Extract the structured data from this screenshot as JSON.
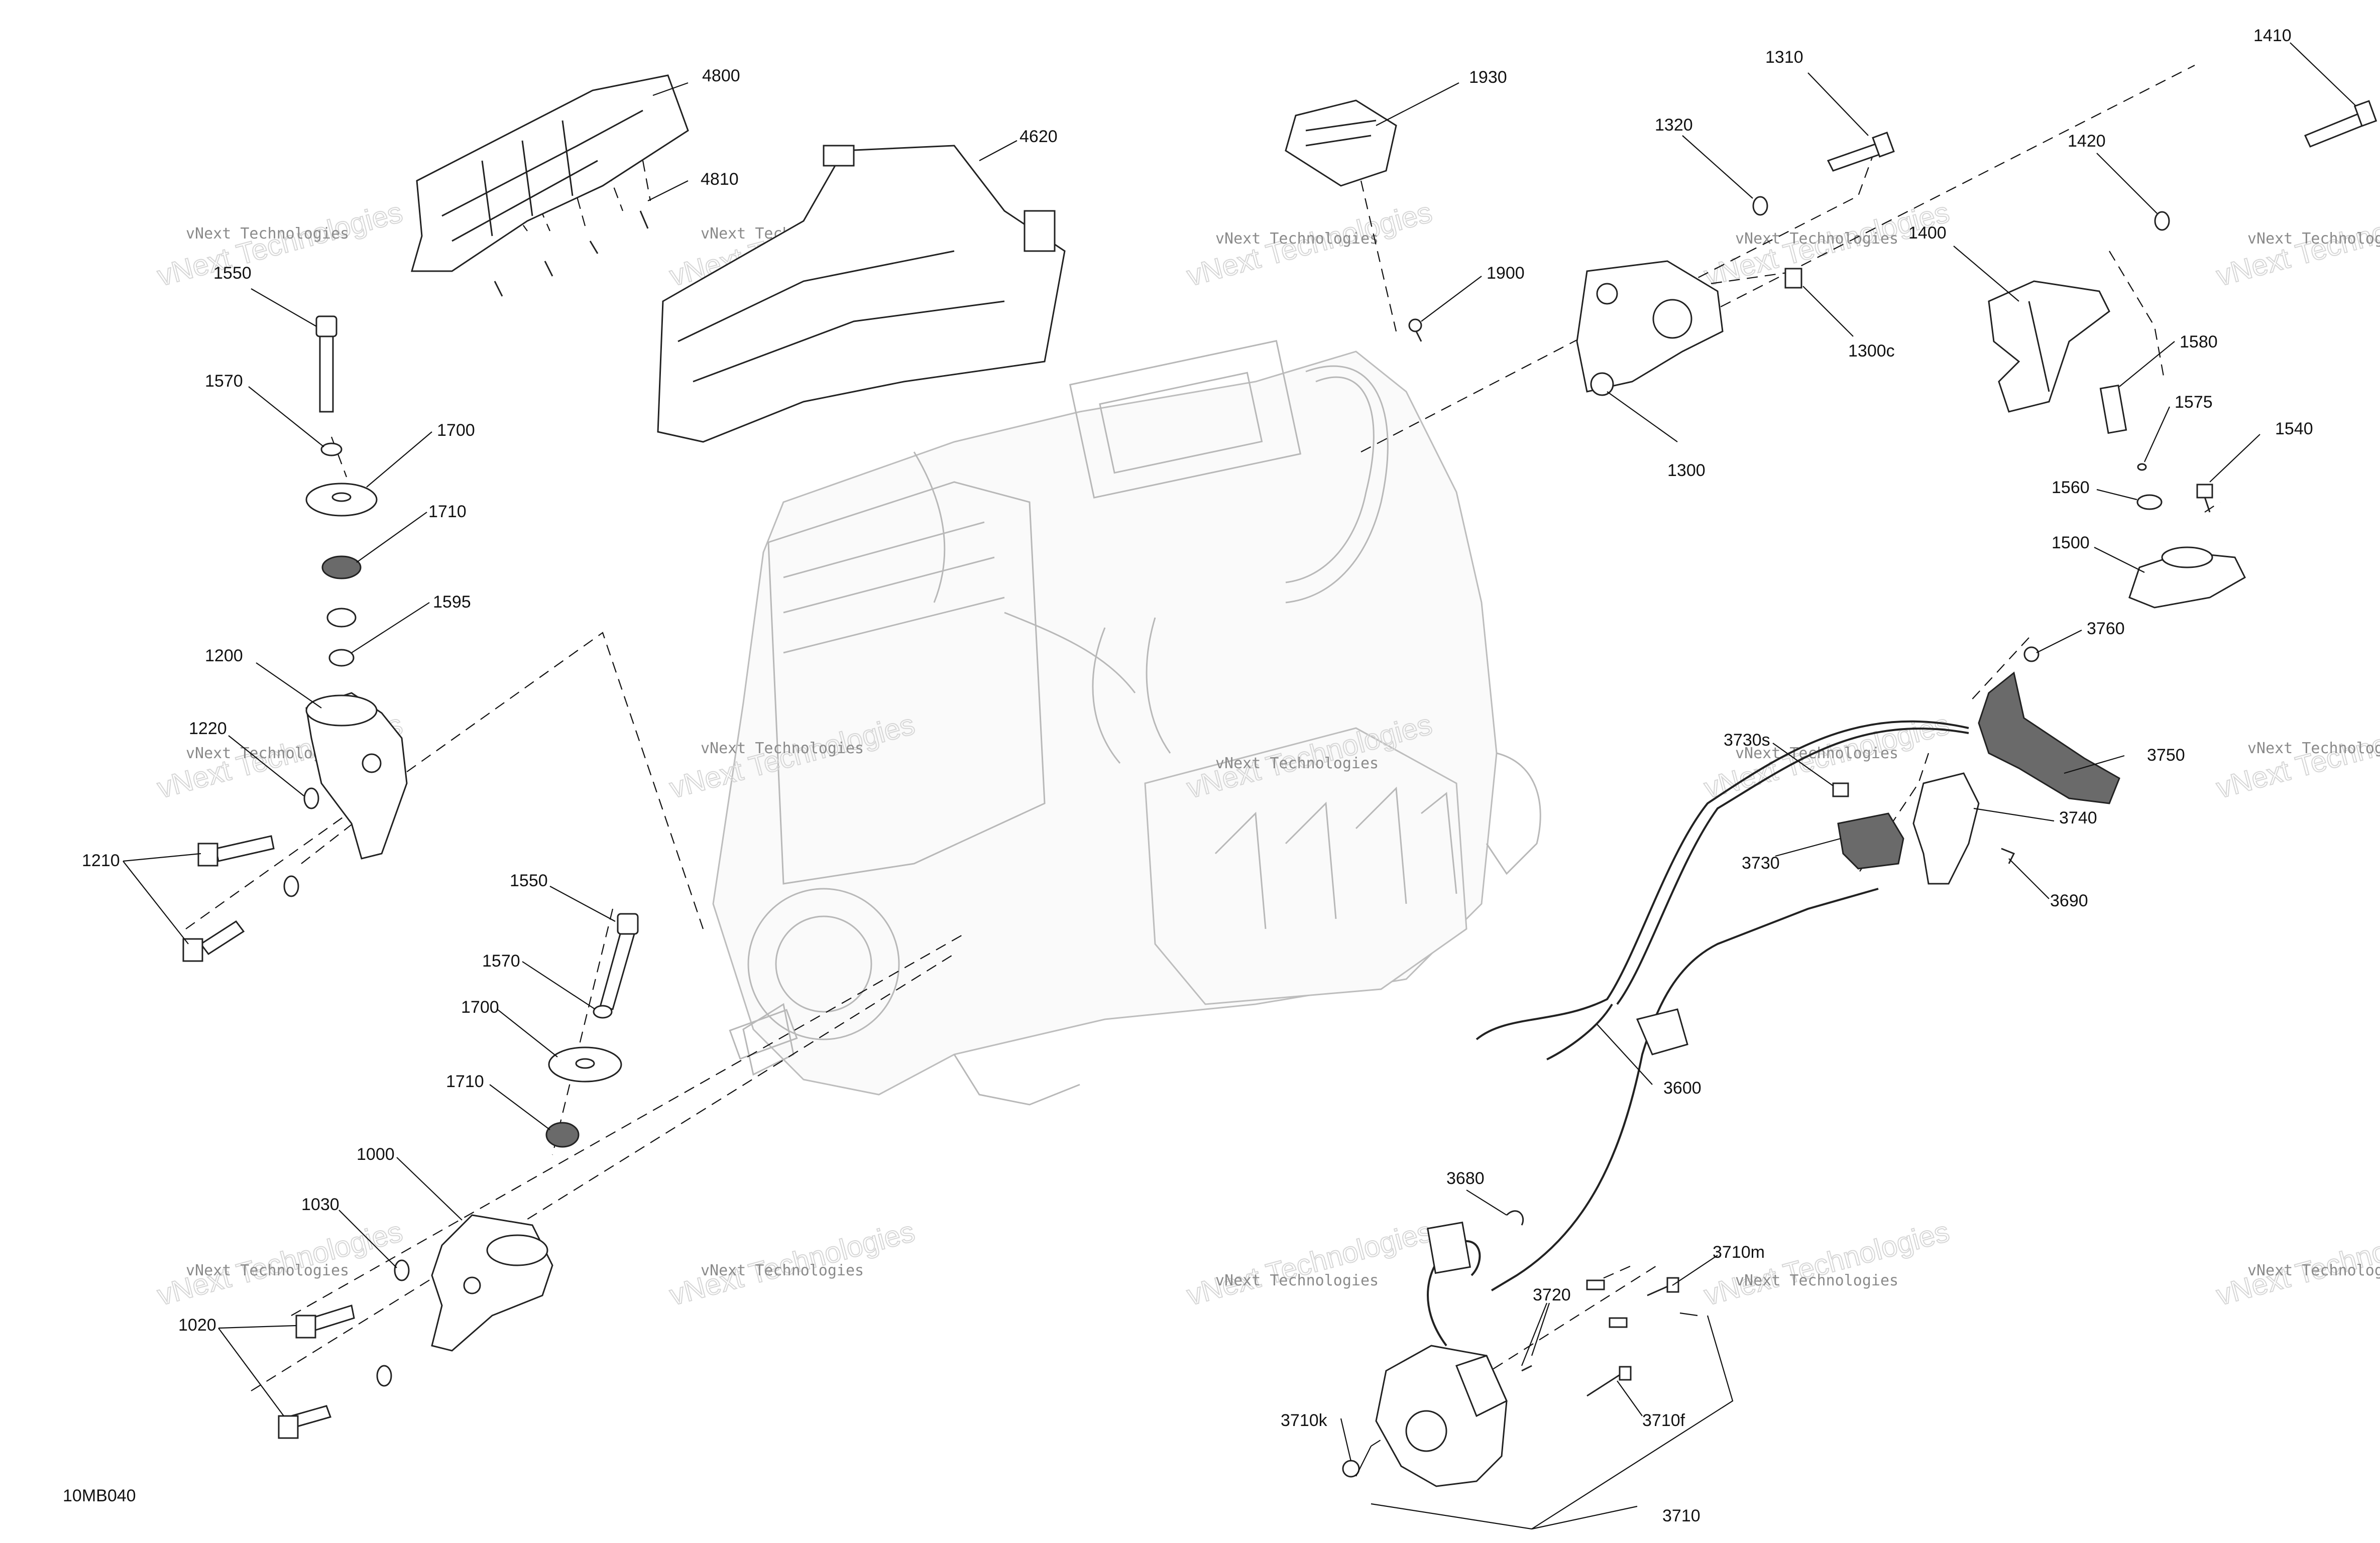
{
  "figure_code": "10MB040",
  "watermark": {
    "line1": "vNext Technologies",
    "overlay": "vNext Technologies"
  },
  "callouts": {
    "c4800": "4800",
    "c4810": "4810",
    "c4620": "4620",
    "c1930": "1930",
    "c1900": "1900",
    "c1310": "1310",
    "c1320": "1320",
    "c1300c": "1300c",
    "c1300": "1300",
    "c1410": "1410",
    "c1420": "1420",
    "c1400": "1400",
    "c1580": "1580",
    "c1575": "1575",
    "c1540": "1540",
    "c1560": "1560",
    "c1500": "1500",
    "c1550a": "1550",
    "c1570a": "1570",
    "c1700a": "1700",
    "c1710a": "1710",
    "c1595": "1595",
    "c1200": "1200",
    "c1220": "1220",
    "c1210": "1210",
    "c1550b": "1550",
    "c1570b": "1570",
    "c1700b": "1700",
    "c1710b": "1710",
    "c1000": "1000",
    "c1030": "1030",
    "c1020": "1020",
    "c3760": "3760",
    "c3730s": "3730s",
    "c3750": "3750",
    "c3740": "3740",
    "c3730": "3730",
    "c3690": "3690",
    "c3600": "3600",
    "c3680": "3680",
    "c3710m": "3710m",
    "c3720": "3720",
    "c3710k": "3710k",
    "c3710f": "3710f",
    "c3710": "3710"
  }
}
